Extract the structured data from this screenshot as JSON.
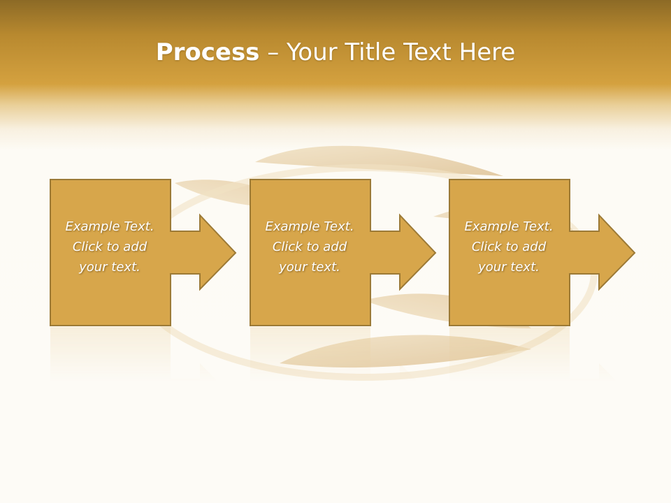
{
  "slide": {
    "title_bold": "Process",
    "title_rest": " – Your Title Text Here"
  },
  "steps": [
    {
      "line1": "Example Text.",
      "line2": "Click  to add",
      "line3": "your text."
    },
    {
      "line1": "Example Text.",
      "line2": "Click  to add",
      "line3": "your text."
    },
    {
      "line1": "Example Text.",
      "line2": "Click  to add",
      "line3": "your text."
    }
  ],
  "colors": {
    "box_fill": "#d7a64b",
    "box_stroke": "#9c7a36",
    "header_dark": "#8c6a26",
    "header_light": "#d4a13f",
    "background": "#fdfbf6"
  },
  "icons": [
    "right-arrow-icon"
  ]
}
